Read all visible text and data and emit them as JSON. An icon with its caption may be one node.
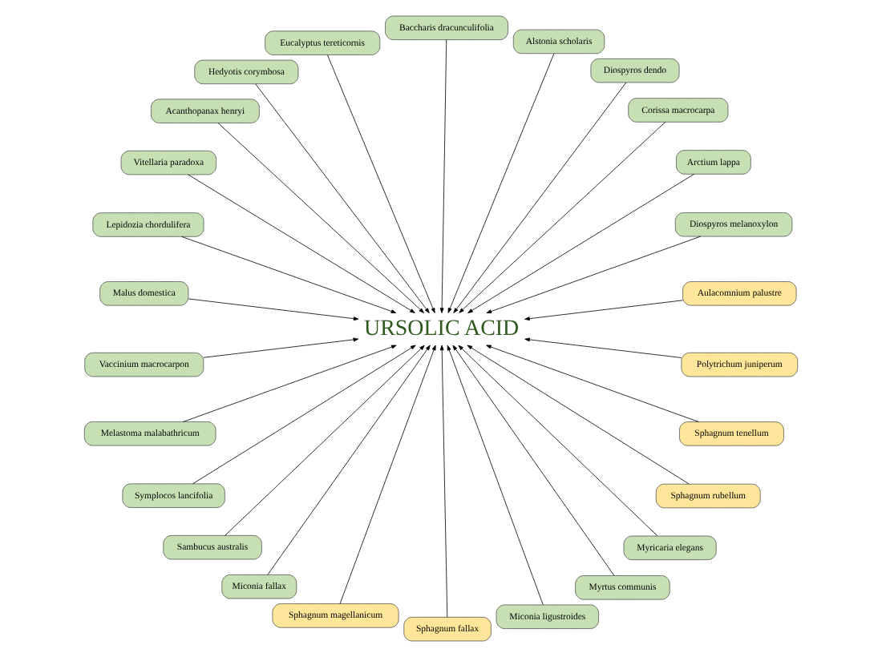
{
  "diagram": {
    "nodes": [
      {
        "text": [
          "Aulacomnium palustre"
        ]
      },
      {
        "text": [
          "Diospyros melanoxylon"
        ]
      },
      {
        "text": [
          "Arctium lappa"
        ]
      },
      {
        "text": [
          "Corissa macrocarpa"
        ]
      },
      {
        "text": [
          "Diospyros dendo"
        ]
      },
      {
        "text": [
          "Alstonia scholaris"
        ]
      },
      {
        "text": [
          "Baccharis dracunculifolia"
        ]
      },
      {
        "text": [
          "Eucalyptus tereticornis"
        ]
      },
      {
        "text": [
          "Hedyotis corymbosa"
        ]
      },
      {
        "text": [
          "Acanthopanax henryi"
        ]
      },
      {
        "text": [
          "Vitellaria paradoxa"
        ]
      },
      {
        "text": [
          "Lepidozia chordulifera"
        ]
      },
      {
        "text": [
          "URSOLIC ACID"
        ]
      },
      {
        "text": [
          "Malus domestica"
        ]
      },
      {
        "text": [
          "Vaccinium macrocarpon"
        ]
      },
      {
        "text": [
          "Melastoma malabathricum"
        ]
      },
      {
        "text": [
          "Symplocos lancifolia"
        ]
      },
      {
        "text": [
          "Sambucus australis"
        ]
      },
      {
        "text": [
          "Miconia fallax"
        ]
      },
      {
        "text": [
          "Sphagnum magellanicum"
        ]
      },
      {
        "text": [
          "Sphagnum fallax"
        ]
      },
      {
        "text": [
          "Miconia ligustroides"
        ]
      },
      {
        "text": [
          "Myrtus communis"
        ]
      },
      {
        "text": [
          "Myricaria elegans"
        ]
      },
      {
        "text": [
          "Sphagnum rubellum"
        ]
      },
      {
        "text": [
          "Sphagnum tenellum"
        ]
      },
      {
        "text": [
          "Polytrichum juniperum"
        ]
      }
    ],
    "edges": [
      {
        "from": 0,
        "to": 12,
        "arrow": "to"
      },
      {
        "from": 1,
        "to": 12,
        "arrow": "to"
      },
      {
        "from": 2,
        "to": 12,
        "arrow": "to"
      },
      {
        "from": 3,
        "to": 12,
        "arrow": "to"
      },
      {
        "from": 4,
        "to": 12,
        "arrow": "to"
      },
      {
        "from": 5,
        "to": 12,
        "arrow": "to"
      },
      {
        "from": 6,
        "to": 12,
        "arrow": "to"
      },
      {
        "from": 7,
        "to": 12,
        "arrow": "to"
      },
      {
        "from": 8,
        "to": 12,
        "arrow": "to"
      },
      {
        "from": 9,
        "to": 12,
        "arrow": "to"
      },
      {
        "from": 10,
        "to": 12,
        "arrow": "to"
      },
      {
        "from": 11,
        "to": 12,
        "arrow": "to"
      },
      {
        "from": 13,
        "to": 12,
        "arrow": "to"
      },
      {
        "from": 14,
        "to": 12,
        "arrow": "to"
      },
      {
        "from": 15,
        "to": 12,
        "arrow": "to"
      },
      {
        "from": 16,
        "to": 12,
        "arrow": "to"
      },
      {
        "from": 17,
        "to": 12,
        "arrow": "to"
      },
      {
        "from": 18,
        "to": 12,
        "arrow": "to"
      },
      {
        "from": 19,
        "to": 12,
        "arrow": "to"
      },
      {
        "from": 20,
        "to": 12,
        "arrow": "to"
      },
      {
        "from": 21,
        "to": 12,
        "arrow": "to"
      },
      {
        "from": 22,
        "to": 12,
        "arrow": "to"
      },
      {
        "from": 23,
        "to": 12,
        "arrow": "to"
      },
      {
        "from": 24,
        "to": 12,
        "arrow": "to"
      },
      {
        "from": 25,
        "to": 12,
        "arrow": "to"
      },
      {
        "from": 26,
        "to": 12,
        "arrow": "to"
      }
    ]
  }
}
